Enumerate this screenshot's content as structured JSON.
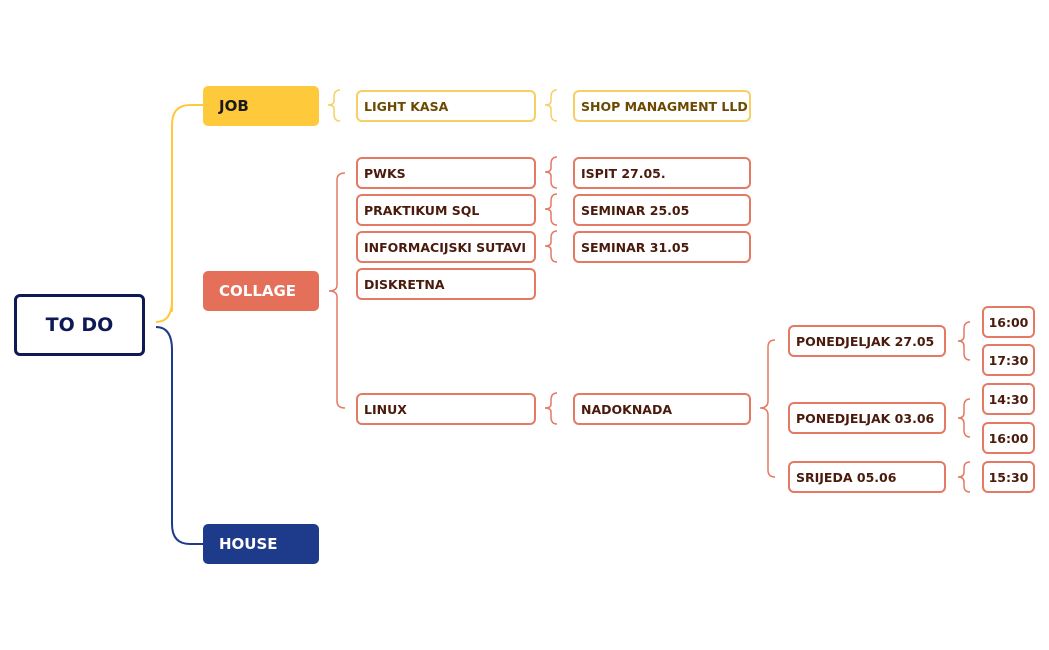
{
  "colors": {
    "root": "#0f1a55",
    "job": "#ffc93c",
    "collage": "#e4705a",
    "house": "#1e3a8a"
  },
  "root": {
    "label": "TO DO"
  },
  "job": {
    "label": "JOB",
    "item": "LIGHT KASA",
    "sub": "SHOP MANAGMENT LLD"
  },
  "collage": {
    "label": "COLLAGE",
    "items": [
      {
        "label": "PWKS",
        "sub": "ISPIT 27.05."
      },
      {
        "label": "PRAKTIKUM SQL",
        "sub": "SEMINAR 25.05"
      },
      {
        "label": "INFORMACIJSKI SUTAVI",
        "sub": "SEMINAR 31.05"
      },
      {
        "label": "DISKRETNA"
      },
      {
        "label": "LINUX",
        "sub": "NADOKNADA"
      }
    ],
    "nadoknada": [
      {
        "label": "PONEDJELJAK 27.05",
        "times": [
          "16:00",
          "17:30"
        ]
      },
      {
        "label": "PONEDJELJAK 03.06",
        "times": [
          "14:30",
          "16:00"
        ]
      },
      {
        "label": "SRIJEDA 05.06",
        "times": [
          "15:30"
        ]
      }
    ]
  },
  "house": {
    "label": "HOUSE"
  }
}
